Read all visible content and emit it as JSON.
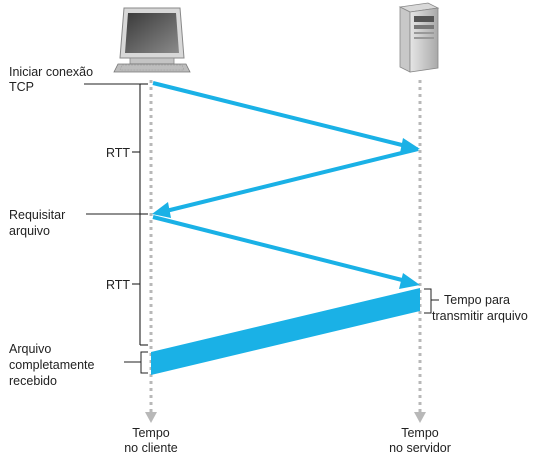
{
  "labels": {
    "init_line1": "Iniciar conexão",
    "init_line2": "TCP",
    "rtt_first": "RTT",
    "request_line1": "Requisitar",
    "request_line2": "arquivo",
    "rtt_second": "RTT",
    "received_line1": "Arquivo",
    "received_line2": "completamente",
    "received_line3": "recebido",
    "transmit_line1": "Tempo para",
    "transmit_line2": "transmitir arquivo",
    "client_time_line1": "Tempo",
    "client_time_line2": "no cliente",
    "server_time_line1": "Tempo",
    "server_time_line2": "no servidor"
  },
  "icons": {
    "client": "desktop-computer-icon",
    "server": "server-tower-icon"
  },
  "colors": {
    "message_arrow": "#1ab1e6",
    "timeline": "#b8b8b8",
    "bracket": "#222222"
  }
}
